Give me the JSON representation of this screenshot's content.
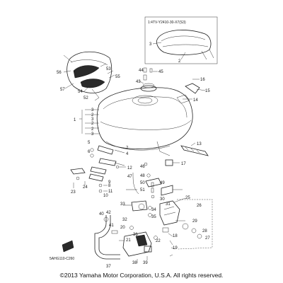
{
  "inset": {
    "title": "1:4TV-Y2410-30-X7(S3)"
  },
  "part_labels": {
    "p1": "1",
    "p2a": "2",
    "p2b": "2",
    "p2c": "2",
    "p3a": "3",
    "p3b": "3",
    "p3c": "3",
    "p4": "4",
    "p5": "5",
    "p6": "6",
    "p7": "7",
    "p8": "8",
    "p9": "9",
    "p10": "10",
    "p11": "11",
    "p12": "12",
    "p13": "13",
    "p14": "14",
    "p15": "15",
    "p16": "16",
    "p17": "17",
    "p18": "18",
    "p19": "19",
    "p20": "20",
    "p21": "21",
    "p22": "22",
    "p23": "23",
    "p24": "24",
    "p25": "25",
    "p26": "26",
    "p27": "27",
    "p28": "28",
    "p29": "29",
    "p30": "30",
    "p31": "31",
    "p32": "32",
    "p33": "33",
    "p34": "34",
    "p35": "35",
    "p36": "36",
    "p37": "37",
    "p38": "38",
    "p39": "39",
    "p40": "40",
    "p41": "41",
    "p42": "42",
    "p43": "43",
    "p44": "44",
    "p45": "45",
    "p46": "46",
    "p47": "47",
    "p48": "48",
    "p49": "49",
    "p50": "50",
    "p51": "51",
    "p52": "52",
    "p53": "53",
    "p54": "54",
    "p55": "55",
    "p56": "56",
    "p57": "57",
    "ins2": "2",
    "ins3": "3"
  },
  "drawing_code": "5AHG110-C260",
  "copyright": "©2013 Yamaha Motor Corporation, U.S.A. All rights reserved."
}
